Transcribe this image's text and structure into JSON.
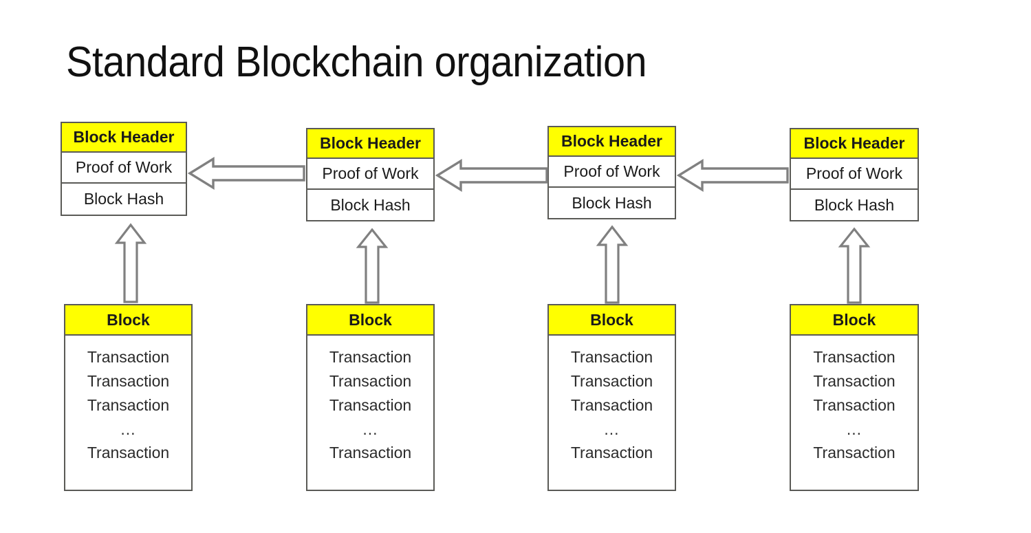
{
  "slide": {
    "title": "Standard Blockchain organization",
    "background_color": "#FFFFFF"
  },
  "style": {
    "highlight_color": "#FFFF00",
    "box_border_color": "#5A5A56",
    "arrow_stroke_color": "#808080",
    "arrow_fill_color": "#FFFFFF",
    "text_color": "#1A1A1A"
  },
  "labels": {
    "block_header": "Block Header",
    "proof_of_work": "Proof of Work",
    "block_hash": "Block Hash",
    "block": "Block",
    "transaction": "Transaction",
    "ellipsis": "..."
  },
  "chain": {
    "columns": [
      {
        "index": 1,
        "header": {
          "rows": [
            "Block Header",
            "Proof of Work",
            "Block Hash"
          ]
        },
        "body": {
          "title": "Block",
          "entries": [
            "Transaction",
            "Transaction",
            "Transaction",
            "...",
            "Transaction"
          ]
        }
      },
      {
        "index": 2,
        "header": {
          "rows": [
            "Block Header",
            "Proof of Work",
            "Block Hash"
          ]
        },
        "body": {
          "title": "Block",
          "entries": [
            "Transaction",
            "Transaction",
            "Transaction",
            "...",
            "Transaction"
          ]
        }
      },
      {
        "index": 3,
        "header": {
          "rows": [
            "Block Header",
            "Proof of Work",
            "Block Hash"
          ]
        },
        "body": {
          "title": "Block",
          "entries": [
            "Transaction",
            "Transaction",
            "Transaction",
            "...",
            "Transaction"
          ]
        }
      },
      {
        "index": 4,
        "header": {
          "rows": [
            "Block Header",
            "Proof of Work",
            "Block Hash"
          ]
        },
        "body": {
          "title": "Block",
          "entries": [
            "Transaction",
            "Transaction",
            "Transaction",
            "...",
            "Transaction"
          ]
        }
      }
    ],
    "horizontal_arrows": [
      {
        "from_column": 2,
        "to_column": 1,
        "direction": "left"
      },
      {
        "from_column": 3,
        "to_column": 2,
        "direction": "left"
      },
      {
        "from_column": 4,
        "to_column": 3,
        "direction": "left"
      }
    ],
    "vertical_arrows": [
      {
        "column": 1,
        "direction": "up"
      },
      {
        "column": 2,
        "direction": "up"
      },
      {
        "column": 3,
        "direction": "up"
      },
      {
        "column": 4,
        "direction": "up"
      }
    ]
  }
}
